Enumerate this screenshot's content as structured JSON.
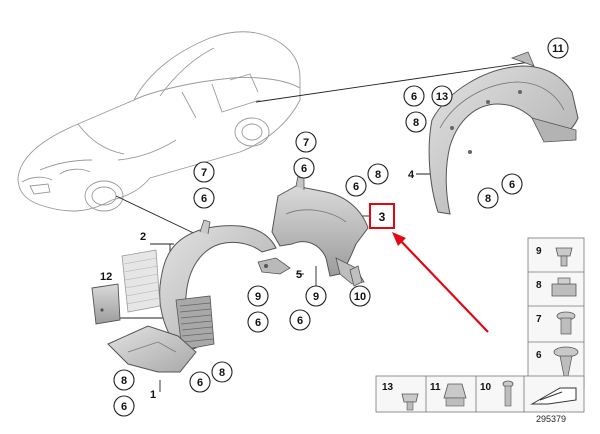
{
  "drawing_number": "295379",
  "callouts": {
    "c11": "11",
    "c6a": "6",
    "c13": "13",
    "c8a": "8",
    "c4": "4",
    "c8b": "8",
    "c6b": "6",
    "c7a": "7",
    "c6c": "6",
    "c6d": "6",
    "c8c": "8",
    "c3": "3",
    "c7b": "7",
    "c6e": "6",
    "c2": "2",
    "c12": "12",
    "c5": "5",
    "c9a": "9",
    "c9b": "9",
    "c10": "10",
    "c6f": "6",
    "c6g": "6",
    "c8d": "8",
    "c6h": "6",
    "c8e": "8",
    "c6i": "6",
    "c1": "1"
  },
  "fastener_legend": {
    "right_column": [
      "9",
      "8",
      "7",
      "6"
    ],
    "bottom_row": [
      "13",
      "11",
      "10"
    ]
  },
  "highlight_color": "#e30613",
  "part_fill": "#c9c9c9",
  "part_stroke": "#555555"
}
